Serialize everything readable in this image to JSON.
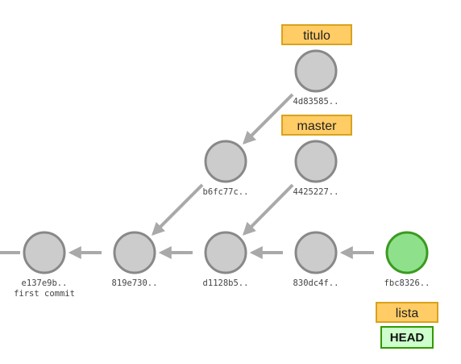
{
  "commits": [
    {
      "id": "c0",
      "sha": "e137e9b..",
      "message": "first commit"
    },
    {
      "id": "c1",
      "sha": "819e730..",
      "message": ""
    },
    {
      "id": "c2",
      "sha": "d1128b5..",
      "message": ""
    },
    {
      "id": "c3",
      "sha": "830dc4f..",
      "message": ""
    },
    {
      "id": "c4",
      "sha": "fbc8326..",
      "message": "",
      "is_head": true
    },
    {
      "id": "c5",
      "sha": "b6fc77c..",
      "message": ""
    },
    {
      "id": "c6",
      "sha": "4d83585..",
      "message": ""
    },
    {
      "id": "c7",
      "sha": "4425227..",
      "message": ""
    }
  ],
  "edges": [
    {
      "from": "c1",
      "to": "c0"
    },
    {
      "from": "c2",
      "to": "c1"
    },
    {
      "from": "c3",
      "to": "c2"
    },
    {
      "from": "c4",
      "to": "c3"
    },
    {
      "from": "c5",
      "to": "c1"
    },
    {
      "from": "c6",
      "to": "c5"
    },
    {
      "from": "c7",
      "to": "c2"
    }
  ],
  "branches": [
    {
      "name": "titulo",
      "target": "c6"
    },
    {
      "name": "master",
      "target": "c7"
    },
    {
      "name": "lista",
      "target": "c4"
    }
  ],
  "head": {
    "label": "HEAD",
    "target": "c4"
  },
  "colors": {
    "commit_fill": "#cccccc",
    "commit_stroke": "#888888",
    "head_commit_fill": "#8fe08a",
    "head_commit_stroke": "#3a9a20",
    "edge": "#a9a9a9",
    "branch_fill": "#ffcc66",
    "branch_stroke": "#d9a21b",
    "head_fill": "#ccffcc",
    "head_stroke": "#339900"
  }
}
